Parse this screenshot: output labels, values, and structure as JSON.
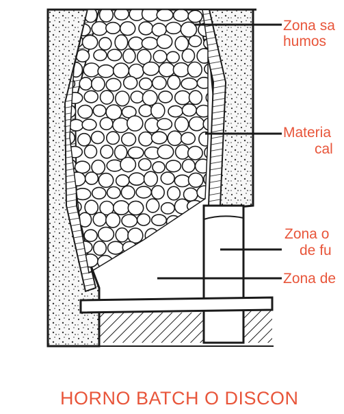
{
  "labels": {
    "smoke_zone_line1": "Zona sa",
    "smoke_zone_line2": "humos",
    "material_line1": "Materia",
    "material_line2": "cal",
    "fire_zone_line1": "Zona o",
    "fire_zone_line2": "de fu",
    "lower_zone": "Zona de"
  },
  "title": "HORNO BATCH  O DISCON",
  "colors": {
    "label": "#e8553a",
    "ink": "#1a1a1a",
    "wall_fill": "#f4f4f4"
  }
}
